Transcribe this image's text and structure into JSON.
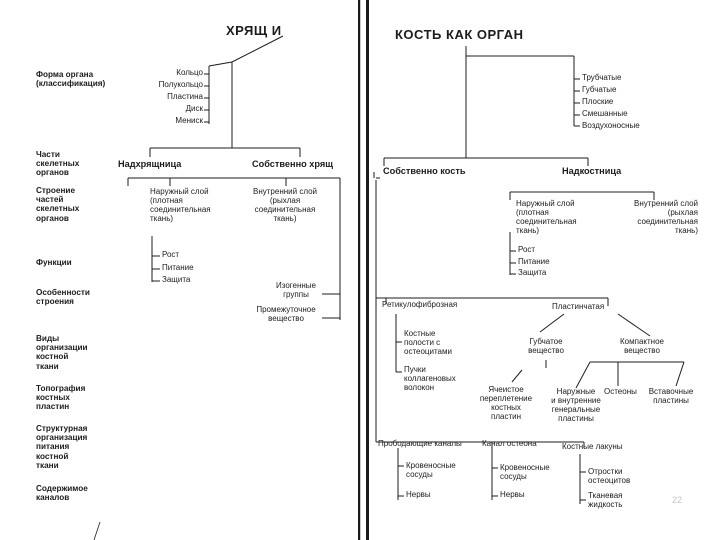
{
  "title_left": "ХРЯЩ И",
  "title_right": "КОСТЬ КАК ОРГАН",
  "row_labels": {
    "form": [
      "Форма органа",
      "(классификация)"
    ],
    "parts": [
      "Части",
      "скелетных",
      "органов"
    ],
    "structure": [
      "Строение",
      "частей",
      "скелетных",
      "органов"
    ],
    "functions": [
      "Функции"
    ],
    "features": [
      "Особенности",
      "строения"
    ],
    "tissue_types": [
      "Виды",
      "организации",
      "костной",
      "ткани"
    ],
    "topography": [
      "Топография",
      "костных",
      "пластин"
    ],
    "nutrition": [
      "Структурная",
      "организация",
      "питания",
      "костной",
      "ткани"
    ],
    "canal_contents": [
      "Содержимое",
      "каналов"
    ]
  },
  "cartilage": {
    "forms": [
      "Кольцо",
      "Полукольцо",
      "Пластина",
      "Диск",
      "Мениск"
    ],
    "perichondrium": "Надхрящница",
    "cartilage_proper": "Собственно хрящ",
    "outer_layer": [
      "Наружный слой",
      "(плотная",
      "соединительная",
      "ткань)"
    ],
    "inner_layer": [
      "Внутренний слой",
      "(рыхлая",
      "соединительная",
      "ткань)"
    ],
    "functions": [
      "Рост",
      "Питание",
      "Защита"
    ],
    "isogenic_groups": [
      "Изогенные",
      "группы"
    ],
    "interstitial_substance": [
      "Промежуточное",
      "вещество"
    ]
  },
  "bone": {
    "forms": [
      "Трубчатые",
      "Губчатые",
      "Плоские",
      "Смешанные",
      "Воздухоносные"
    ],
    "bone_proper": "Собственно кость",
    "periosteum": "Надкостница",
    "outer_layer": [
      "Наружный слой",
      "(плотная",
      "соединительная",
      "ткань)"
    ],
    "inner_layer": [
      "Внутренний слой",
      "(рыхлая",
      "соединительная",
      "ткань)"
    ],
    "functions": [
      "Рост",
      "Питание",
      "Защита"
    ],
    "reticulofibrous": "Ретикулофиброзная",
    "lamellar": "Пластинчатая",
    "lacunae": [
      "Костные",
      "полости с",
      "остеоцитами"
    ],
    "collagen_bundles": [
      "Пучки",
      "коллагеновых",
      "волокон"
    ],
    "spongy": [
      "Губчатое",
      "вещество"
    ],
    "compact": [
      "Компактное",
      "вещество"
    ],
    "cellular_network": [
      "Ячеистое",
      "переплетение",
      "костных",
      "пластин"
    ],
    "outer_inner_lamellae": [
      "Наружные",
      "и внутренние",
      "генеральные",
      "пластины"
    ],
    "osteons": "Остеоны",
    "interstitial_lamellae": [
      "Вставочные",
      "пластины"
    ],
    "perforating_canals": "Прободающие каналы",
    "osteon_canal": "Канал остеона",
    "bone_lacunae": "Костные лакуны",
    "perforating_contents": [
      "Кровеносные",
      "сосуды",
      "Нервы"
    ],
    "osteon_contents": [
      "Кровеносные",
      "сосуды",
      "Нервы"
    ],
    "lacunae_contents": [
      "Отростки",
      "остеоцитов",
      "Тканевая",
      "жидкость"
    ]
  },
  "page_number": "22"
}
